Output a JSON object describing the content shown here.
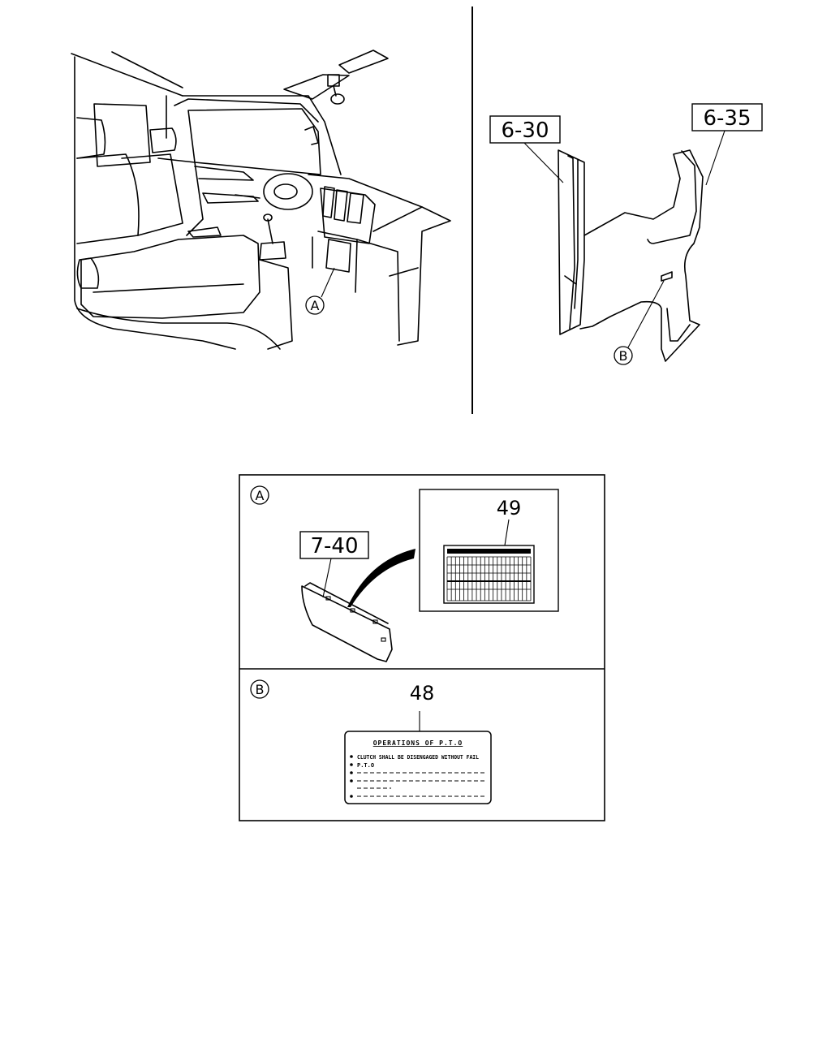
{
  "refs": {
    "cab_interior_part": "7-40",
    "left_panel_part": "6-30",
    "right_panel_part": "6-35"
  },
  "items": {
    "label_a_item": "49",
    "label_b_item": "48"
  },
  "callouts": {
    "a": "A",
    "b": "B"
  },
  "pto_label": {
    "title": "OPERATIONS OF P.T.O",
    "line1": "CLUTCH SHALL BE DISENGAGED WITHOUT FAIL",
    "line2": "P.T.O"
  }
}
